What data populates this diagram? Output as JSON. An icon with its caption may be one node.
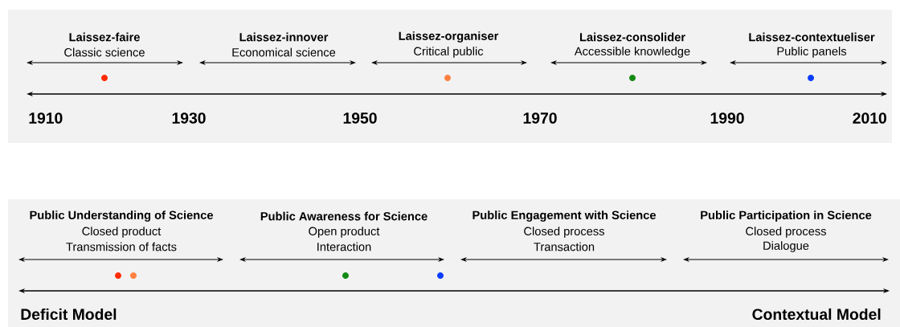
{
  "diagram": {
    "labels": [
      "Laissez-faire",
      "Classic science",
      "Laissez-innover",
      "Economical science",
      "Laissez-organiser",
      "Critical public",
      "Laissez-consolider",
      "Accessible knowledge",
      "Laissez-contextueliser",
      "Public panels",
      "1910",
      "1930",
      "1950",
      "1970",
      "1990",
      "2010",
      "Public Understanding of Science",
      "Closed product",
      "Transmission of facts",
      "Public Awareness for Science",
      "Open product",
      "Interaction",
      "Public Engagement with Science",
      "Closed process",
      "Transaction",
      "Public Participation in Science",
      "Closed process",
      "Dialogue",
      "Deficit Model",
      "Contextual Model"
    ]
  }
}
